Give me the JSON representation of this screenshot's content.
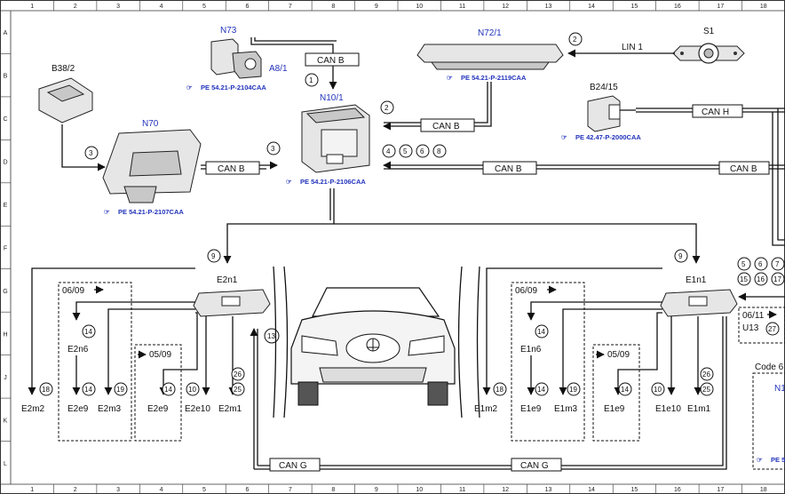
{
  "grid": {
    "cols": [
      "1",
      "2",
      "3",
      "4",
      "5",
      "6",
      "7",
      "8",
      "9",
      "10",
      "11",
      "12",
      "13",
      "14",
      "15",
      "16",
      "17",
      "18"
    ],
    "rows": [
      "A",
      "B",
      "C",
      "D",
      "E",
      "F",
      "G",
      "H",
      "J",
      "K",
      "L"
    ]
  },
  "components": {
    "n73": "N73",
    "a8_1": "A8/1",
    "n72_1": "N72/1",
    "s1": "S1",
    "b38_2": "B38/2",
    "n10_1": "N10/1",
    "b24_15": "B24/15",
    "n70": "N70",
    "e2n1": "E2n1",
    "e1n1": "E1n1",
    "e2n6": "E2n6",
    "e1n6": "E1n6",
    "e2m2": "E2m2",
    "e2e9a": "E2e9",
    "e2m3": "E2m3",
    "e2e9b": "E2e9",
    "e2e10": "E2e10",
    "e2m1": "E2m1",
    "e1m2": "E1m2",
    "e1e9a": "E1e9",
    "e1m3": "E1m3",
    "e1e9b": "E1e9",
    "e1e10": "E1e10",
    "e1m1": "E1m1",
    "u13": "U13",
    "n1_partial": "N1",
    "code_partial": "Code 6"
  },
  "refs": {
    "n73": "PE 54.21-P-2104CAA",
    "n72_1": "PE 54.21-P-2119CAA",
    "n10_1": "PE 54.21-P-2106CAA",
    "b24_15": "PE 42.47-P-2000CAA",
    "n70": "PE 54.21-P-2107CAA",
    "n1_partial": "PE 5"
  },
  "buses": {
    "can_b_top": "CAN B",
    "can_b_n72": "CAN B",
    "can_b_n70": "CAN B",
    "can_b_mid": "CAN B",
    "can_b_right": "CAN B",
    "can_h": "CAN H",
    "lin1": "LIN 1",
    "can_g_left": "CAN G",
    "can_g_right": "CAN G"
  },
  "notes": {
    "left_0609": "06/09",
    "left_0509": "05/09",
    "right_0609": "06/09",
    "right_0509": "05/09",
    "right_0611": "06/11"
  },
  "callouts": {
    "c1": "1",
    "c2a": "2",
    "c2b": "2",
    "c3a": "3",
    "c3b": "3",
    "c4": "4",
    "c5": "5",
    "c6": "6",
    "c8": "8",
    "c9a": "9",
    "c9b": "9",
    "c13": "13",
    "l14a": "14",
    "l14b": "14",
    "l14c": "14",
    "l18": "18",
    "l19": "19",
    "l10": "10",
    "l26": "26",
    "l25": "25",
    "r14a": "14",
    "r14b": "14",
    "r14c": "14",
    "r18": "18",
    "r19": "19",
    "r10": "10",
    "r26": "26",
    "r25": "25",
    "p5": "5",
    "p6": "6",
    "p7": "7",
    "p15": "15",
    "p16": "16",
    "p17": "17",
    "p27": "27"
  }
}
